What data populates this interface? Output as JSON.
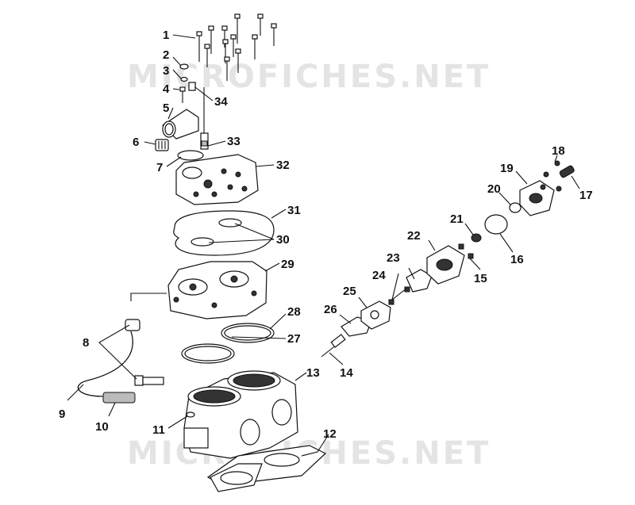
{
  "watermark": {
    "text": "MICROFICHES.NET"
  },
  "callouts": [
    "1",
    "2",
    "3",
    "4",
    "5",
    "6",
    "7",
    "8",
    "9",
    "10",
    "11",
    "12",
    "13",
    "14",
    "15",
    "16",
    "17",
    "18",
    "19",
    "20",
    "21",
    "22",
    "23",
    "24",
    "25",
    "26",
    "27",
    "28",
    "29",
    "30",
    "31",
    "32",
    "33",
    "34"
  ]
}
